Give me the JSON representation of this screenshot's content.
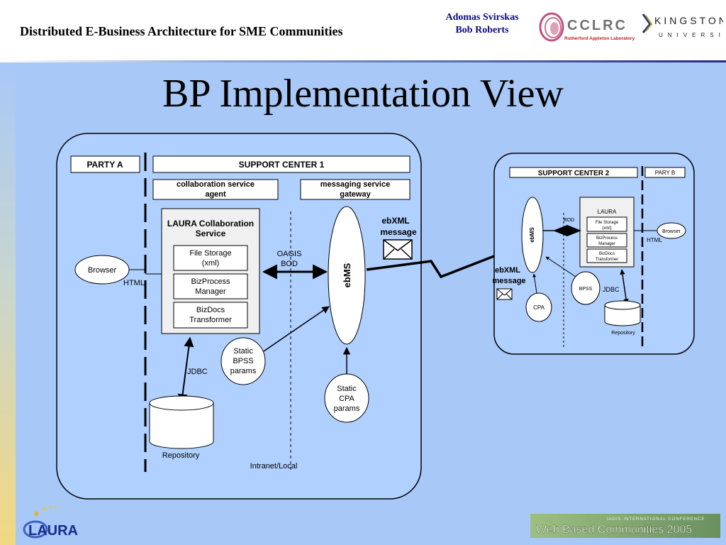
{
  "header": {
    "title": "Distributed E-Business Architecture for SME Communities",
    "authors": [
      "Adomas Svirskas",
      "Bob Roberts"
    ],
    "cclrc_logo": {
      "name": "CCLRC",
      "subtitle": "Rutherford Appleton Laboratory"
    },
    "kingston_logo": {
      "name": "KINGSTON",
      "subtitle": "UNIVERSITY"
    }
  },
  "slide": {
    "title": "BP Implementation View"
  },
  "diagram": {
    "left": {
      "party_a": "PARTY A",
      "support_center": "SUPPORT CENTER 1",
      "collab_agent": [
        "collaboration service",
        "agent"
      ],
      "msg_gateway": [
        "messaging service",
        "gateway"
      ],
      "laura_service": [
        "LAURA Collaboration",
        "Service"
      ],
      "file_storage": [
        "File Storage",
        "(xml)"
      ],
      "bizprocess": [
        "BizProcess",
        "Manager"
      ],
      "bizdocs": [
        "BizDocs",
        "Transformer"
      ],
      "browser": "Browser",
      "html": "HTML",
      "oagis": [
        "OAGIS",
        "BOD"
      ],
      "ebms": "ebMS",
      "ebxml_message": [
        "ebXML",
        "message"
      ],
      "jdbc": "JDBC",
      "static_bpss": [
        "Static",
        "BPSS",
        "params"
      ],
      "static_cpa": [
        "Static",
        "CPA",
        "params"
      ],
      "repository": "Repository",
      "intranet": "Intranet/Local"
    },
    "right": {
      "support_center": "SUPPORT CENTER 2",
      "party_b": "PARY B",
      "laura": "LAURA",
      "file_storage": [
        "File Storage",
        "(xml)"
      ],
      "bizprocess": [
        "BizProcess",
        "Manager"
      ],
      "bizdocs": [
        "BizDocs",
        "Transformer"
      ],
      "browser": "Browser",
      "html": "HTML",
      "bod": "BOD",
      "ebms": "ebMS",
      "ebxml_message": [
        "ebXML",
        "message"
      ],
      "bpss": "BPSS",
      "cpa": "CPA",
      "jdbc": "JDBC",
      "repository": "Repository"
    }
  },
  "footer": {
    "laura_logo": "LAURA",
    "conference_banner": "Web Based Communities 2005",
    "conference_sub": "IADIS INTERNATIONAL CONFERENCE"
  },
  "colors": {
    "slide_bg": "#a8c8f8",
    "title_blue": "#0a0a80",
    "panel_fill": "#b0d0ff"
  }
}
